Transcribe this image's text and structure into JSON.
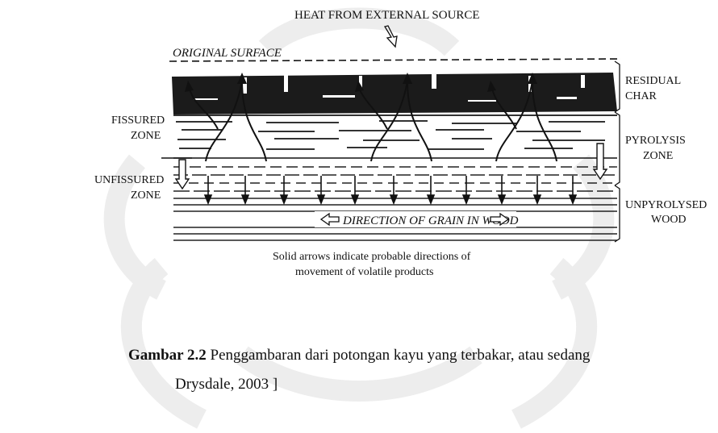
{
  "diagram": {
    "heat_label": "HEAT FROM EXTERNAL SOURCE",
    "original_surface": "ORIGINAL SURFACE",
    "fissured_zone": [
      "FISSURED",
      "ZONE"
    ],
    "unfissured_zone": [
      "UNFISSURED",
      "ZONE"
    ],
    "residual_char": [
      "RESIDUAL",
      "CHAR"
    ],
    "pyrolysis_zone": [
      "PYROLYSIS",
      "ZONE"
    ],
    "unpyrolysed_wood": [
      "UNPYROLYSED",
      "WOOD"
    ],
    "grain_direction": "DIRECTION OF GRAIN IN WOOD",
    "note_line1": "Solid arrows indicate probable directions of",
    "note_line2": "movement of volatile products"
  },
  "caption": {
    "figure_label": "Gambar 2.2",
    "line1": "Penggambaran dari potongan kayu yang terbakar, atau sedang",
    "line2": "Drysdale, 2003 ]"
  },
  "colors": {
    "background": "#ffffff",
    "watermark": "#ececec",
    "ink": "#111111",
    "char": "#1a1a1a"
  }
}
